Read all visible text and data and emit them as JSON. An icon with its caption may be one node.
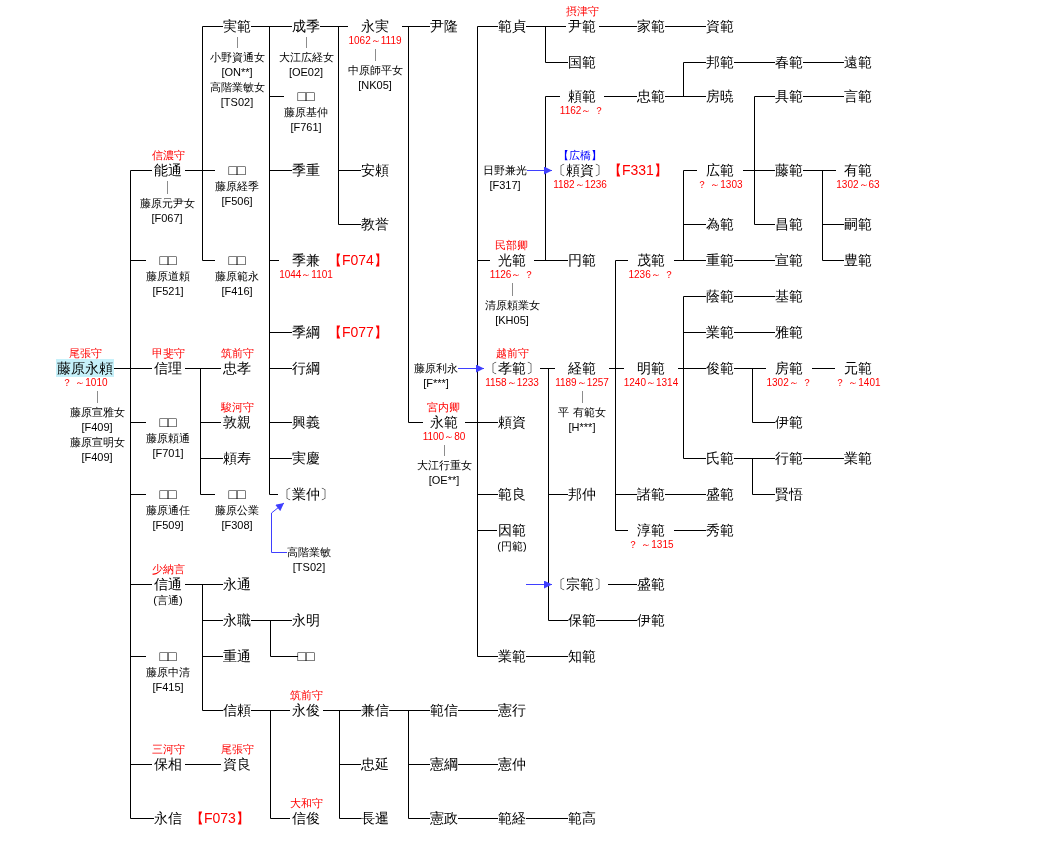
{
  "diagram": {
    "nodes": [
      {
        "text": [
          "藤原永頼"
        ],
        "beside": [
          "尾張守",
          "？ ～1010"
        ]
      },
      {
        "text": [
          "藤原宣雅女",
          "[F409]",
          "藤原宣明女",
          "[F409]"
        ]
      },
      {
        "text": [
          "能通"
        ],
        "beside": [
          "信濃守"
        ]
      },
      {
        "text": [
          "藤原元尹女",
          "[F067]"
        ]
      },
      {
        "text": [
          "実範"
        ]
      },
      {
        "text": [
          "小野資通女",
          "[ON**]",
          "高階業敏女",
          "[TS02]"
        ]
      },
      {
        "text": [
          "成季"
        ]
      },
      {
        "text": [
          "大江広経女",
          "[OE02]"
        ]
      },
      {
        "text": [
          "永実"
        ],
        "beside": [
          "1062～1119"
        ]
      },
      {
        "text": [
          "中原師平女",
          "[NK05]"
        ]
      },
      {
        "text": [
          "尹隆"
        ]
      },
      {
        "text": [
          "永範"
        ],
        "beside": [
          "宮内卿",
          "1100～80"
        ]
      },
      {
        "text": [
          "大江行重女",
          "[OE**]"
        ]
      },
      {
        "text": [
          "範貞"
        ]
      },
      {
        "text": [
          "尹範"
        ],
        "beside": [
          "摂津守"
        ]
      },
      {
        "text": [
          "家範"
        ]
      },
      {
        "text": [
          "資範"
        ]
      },
      {
        "text": [
          "国範"
        ]
      },
      {
        "text": [
          "光範"
        ],
        "beside": [
          "民部卿",
          "1126～ ？"
        ]
      },
      {
        "text": [
          "清原頼業女",
          "[KH05]"
        ]
      },
      {
        "text": [
          "頼範"
        ],
        "beside": [
          "1162～ ？"
        ]
      },
      {
        "text": [
          "忠範"
        ]
      },
      {
        "text": [
          "邦範"
        ]
      },
      {
        "text": [
          "春範"
        ]
      },
      {
        "text": [
          "遠範"
        ]
      },
      {
        "text": [
          "房暁"
        ]
      },
      {
        "text": [
          "日野兼光",
          "[F317]"
        ]
      },
      {
        "text": [
          "〔頼資〕"
        ],
        "beside": [
          "【広橋】",
          "【F331】",
          "1182～1236"
        ]
      },
      {
        "text": [
          "円範"
        ]
      },
      {
        "text": [
          "藤原利永",
          "[F***]"
        ]
      },
      {
        "text": [
          "〔孝範〕"
        ],
        "beside": [
          "越前守",
          "1158～1233"
        ]
      },
      {
        "text": [
          "経範"
        ],
        "beside": [
          "1189～1257"
        ]
      },
      {
        "text": [
          "平 有範女",
          "[H***]"
        ]
      },
      {
        "text": [
          "茂範"
        ],
        "beside": [
          "1236～ ？"
        ]
      },
      {
        "text": [
          "広範"
        ],
        "beside": [
          "？ ～1303"
        ]
      },
      {
        "text": [
          "具範"
        ]
      },
      {
        "text": [
          "言範"
        ]
      },
      {
        "text": [
          "藤範"
        ]
      },
      {
        "text": [
          "有範"
        ],
        "beside": [
          "1302～63"
        ]
      },
      {
        "text": [
          "嗣範"
        ]
      },
      {
        "text": [
          "豊範"
        ]
      },
      {
        "text": [
          "昌範"
        ]
      },
      {
        "text": [
          "為範"
        ]
      },
      {
        "text": [
          "重範"
        ]
      },
      {
        "text": [
          "宣範"
        ]
      },
      {
        "text": [
          "明範"
        ],
        "beside": [
          "1240～1314"
        ]
      },
      {
        "text": [
          "蔭範"
        ]
      },
      {
        "text": [
          "基範"
        ]
      },
      {
        "text": [
          "業範"
        ]
      },
      {
        "text": [
          "雅範"
        ]
      },
      {
        "text": [
          "俊範"
        ]
      },
      {
        "text": [
          "房範"
        ],
        "beside": [
          "1302～ ？"
        ]
      },
      {
        "text": [
          "元範"
        ],
        "beside": [
          "？ ～1401"
        ]
      },
      {
        "text": [
          "伊範"
        ]
      },
      {
        "text": [
          "氏範"
        ]
      },
      {
        "text": [
          "行範"
        ]
      },
      {
        "text": [
          "業範"
        ]
      },
      {
        "text": [
          "賢悟"
        ]
      },
      {
        "text": [
          "諸範"
        ]
      },
      {
        "text": [
          "盛範"
        ]
      },
      {
        "text": [
          "淳範"
        ],
        "beside": [
          "？ ～1315"
        ]
      },
      {
        "text": [
          "秀範"
        ]
      },
      {
        "text": [
          "邦仲"
        ]
      },
      {
        "text": [
          "〔宗範〕"
        ]
      },
      {
        "text": [
          "盛範"
        ]
      },
      {
        "text": [
          "保範"
        ]
      },
      {
        "text": [
          "伊範"
        ]
      },
      {
        "text": [
          "頼資"
        ]
      },
      {
        "text": [
          "範良"
        ]
      },
      {
        "text": [
          "因範"
        ],
        "beside": [
          "(円範)"
        ]
      },
      {
        "text": [
          "業範"
        ]
      },
      {
        "text": [
          "知範"
        ]
      },
      {
        "text": [
          "安頼"
        ]
      },
      {
        "text": [
          "教誉"
        ]
      },
      {
        "text": [
          "□□"
        ],
        "beside": [
          "藤原基仲",
          "[F761]"
        ]
      },
      {
        "text": [
          "季重"
        ]
      },
      {
        "text": [
          "季兼"
        ],
        "beside": [
          "【F074】",
          "1044～1101"
        ]
      },
      {
        "text": [
          "季綱"
        ],
        "beside": [
          "【F077】"
        ]
      },
      {
        "text": [
          "行綱"
        ]
      },
      {
        "text": [
          "興義"
        ]
      },
      {
        "text": [
          "実慶"
        ]
      },
      {
        "text": [
          "〔業仲〕"
        ]
      },
      {
        "text": [
          "高階業敏",
          "[TS02]"
        ]
      },
      {
        "text": [
          "□□"
        ],
        "beside": [
          "藤原経季",
          "[F506]"
        ]
      },
      {
        "text": [
          "□□"
        ],
        "beside": [
          "藤原範永",
          "[F416]"
        ]
      },
      {
        "text": [
          "□□"
        ],
        "beside": [
          "藤原道頼",
          "[F521]"
        ]
      },
      {
        "text": [
          "信理"
        ],
        "beside": [
          "甲斐守"
        ]
      },
      {
        "text": [
          "忠孝"
        ],
        "beside": [
          "筑前守"
        ]
      },
      {
        "text": [
          "敦親"
        ],
        "beside": [
          "駿河守"
        ]
      },
      {
        "text": [
          "頼寿"
        ]
      },
      {
        "text": [
          "□□"
        ],
        "beside": [
          "藤原公業",
          "[F308]"
        ]
      },
      {
        "text": [
          "□□"
        ],
        "beside": [
          "藤原頼通",
          "[F701]"
        ]
      },
      {
        "text": [
          "□□"
        ],
        "beside": [
          "藤原通任",
          "[F509]"
        ]
      },
      {
        "text": [
          "信通"
        ],
        "beside": [
          "少納言",
          "(言通)"
        ]
      },
      {
        "text": [
          "永通"
        ]
      },
      {
        "text": [
          "永職"
        ]
      },
      {
        "text": [
          "永明"
        ]
      },
      {
        "text": [
          "□□"
        ]
      },
      {
        "text": [
          "重通"
        ]
      },
      {
        "text": [
          "信頼"
        ]
      },
      {
        "text": [
          "永俊"
        ],
        "beside": [
          "筑前守"
        ]
      },
      {
        "text": [
          "兼信"
        ]
      },
      {
        "text": [
          "範信"
        ]
      },
      {
        "text": [
          "憲行"
        ]
      },
      {
        "text": [
          "憲綱"
        ]
      },
      {
        "text": [
          "憲仲"
        ]
      },
      {
        "text": [
          "憲政"
        ]
      },
      {
        "text": [
          "範経"
        ]
      },
      {
        "text": [
          "範高"
        ]
      },
      {
        "text": [
          "忠延"
        ]
      },
      {
        "text": [
          "長暹"
        ]
      },
      {
        "text": [
          "信俊"
        ],
        "beside": [
          "大和守"
        ]
      },
      {
        "text": [
          "□□"
        ],
        "beside": [
          "藤原中清",
          "[F415]"
        ]
      },
      {
        "text": [
          "保相"
        ],
        "beside": [
          "三河守"
        ]
      },
      {
        "text": [
          "資良"
        ],
        "beside": [
          "尾張守"
        ]
      },
      {
        "text": [
          "永信"
        ],
        "beside": [
          "【F073】"
        ]
      }
    ],
    "edges": [
      {
        "from": 0,
        "to": 2,
        "arrow": "none"
      },
      {
        "from": 0,
        "to": 85,
        "arrow": "none"
      },
      {
        "from": 0,
        "to": 86,
        "arrow": "none"
      },
      {
        "from": 0,
        "to": 91,
        "arrow": "none"
      },
      {
        "from": 0,
        "to": 92,
        "arrow": "none"
      },
      {
        "from": 0,
        "to": 93,
        "arrow": "none"
      },
      {
        "from": 0,
        "to": 112,
        "arrow": "none"
      },
      {
        "from": 0,
        "to": 113,
        "arrow": "none"
      },
      {
        "from": 0,
        "to": 115,
        "arrow": "none"
      },
      {
        "from": 2,
        "to": 4,
        "arrow": "none"
      },
      {
        "from": 2,
        "to": 83,
        "arrow": "none"
      },
      {
        "from": 2,
        "to": 84,
        "arrow": "none"
      },
      {
        "from": 4,
        "to": 6,
        "arrow": "none"
      },
      {
        "from": 4,
        "to": 74,
        "arrow": "none"
      },
      {
        "from": 4,
        "to": 75,
        "arrow": "none"
      },
      {
        "from": 4,
        "to": 76,
        "arrow": "none"
      },
      {
        "from": 4,
        "to": 77,
        "arrow": "none"
      },
      {
        "from": 4,
        "to": 78,
        "arrow": "none"
      },
      {
        "from": 4,
        "to": 79,
        "arrow": "none"
      },
      {
        "from": 4,
        "to": 80,
        "arrow": "none"
      },
      {
        "from": 4,
        "to": 81,
        "arrow": "none"
      },
      {
        "from": 6,
        "to": 8,
        "arrow": "none"
      },
      {
        "from": 6,
        "to": 72,
        "arrow": "none"
      },
      {
        "from": 6,
        "to": 73,
        "arrow": "none"
      },
      {
        "from": 8,
        "to": 10,
        "arrow": "none"
      },
      {
        "from": 8,
        "to": 11,
        "arrow": "none"
      },
      {
        "from": 11,
        "to": 13,
        "arrow": "none"
      },
      {
        "from": 11,
        "to": 18,
        "arrow": "none"
      },
      {
        "from": 11,
        "to": 30,
        "arrow": "none"
      },
      {
        "from": 11,
        "to": 67,
        "arrow": "none"
      },
      {
        "from": 11,
        "to": 68,
        "arrow": "none"
      },
      {
        "from": 11,
        "to": 69,
        "arrow": "none"
      },
      {
        "from": 11,
        "to": 70,
        "arrow": "none"
      },
      {
        "from": 13,
        "to": 14,
        "arrow": "none"
      },
      {
        "from": 13,
        "to": 17,
        "arrow": "none"
      },
      {
        "from": 14,
        "to": 15,
        "arrow": "none"
      },
      {
        "from": 15,
        "to": 16,
        "arrow": "none"
      },
      {
        "from": 18,
        "to": 20,
        "arrow": "none"
      },
      {
        "from": 18,
        "to": 27,
        "arrow": "none"
      },
      {
        "from": 18,
        "to": 28,
        "arrow": "none"
      },
      {
        "from": 20,
        "to": 21,
        "arrow": "none"
      },
      {
        "from": 21,
        "to": 22,
        "arrow": "none"
      },
      {
        "from": 21,
        "to": 25,
        "arrow": "none"
      },
      {
        "from": 22,
        "to": 23,
        "arrow": "none"
      },
      {
        "from": 23,
        "to": 24,
        "arrow": "none"
      },
      {
        "from": 30,
        "to": 31,
        "arrow": "none"
      },
      {
        "from": 30,
        "to": 62,
        "arrow": "none"
      },
      {
        "from": 30,
        "to": 63,
        "arrow": "none"
      },
      {
        "from": 30,
        "to": 65,
        "arrow": "none"
      },
      {
        "from": 31,
        "to": 33,
        "arrow": "none"
      },
      {
        "from": 31,
        "to": 45,
        "arrow": "none"
      },
      {
        "from": 31,
        "to": 58,
        "arrow": "none"
      },
      {
        "from": 31,
        "to": 60,
        "arrow": "none"
      },
      {
        "from": 33,
        "to": 34,
        "arrow": "none"
      },
      {
        "from": 33,
        "to": 42,
        "arrow": "none"
      },
      {
        "from": 33,
        "to": 43,
        "arrow": "none"
      },
      {
        "from": 34,
        "to": 35,
        "arrow": "none"
      },
      {
        "from": 34,
        "to": 37,
        "arrow": "none"
      },
      {
        "from": 34,
        "to": 41,
        "arrow": "none"
      },
      {
        "from": 35,
        "to": 36,
        "arrow": "none"
      },
      {
        "from": 37,
        "to": 38,
        "arrow": "none"
      },
      {
        "from": 37,
        "to": 39,
        "arrow": "none"
      },
      {
        "from": 37,
        "to": 40,
        "arrow": "none"
      },
      {
        "from": 43,
        "to": 44,
        "arrow": "none"
      },
      {
        "from": 45,
        "to": 46,
        "arrow": "none"
      },
      {
        "from": 45,
        "to": 48,
        "arrow": "none"
      },
      {
        "from": 45,
        "to": 50,
        "arrow": "none"
      },
      {
        "from": 45,
        "to": 54,
        "arrow": "none"
      },
      {
        "from": 46,
        "to": 47,
        "arrow": "none"
      },
      {
        "from": 48,
        "to": 49,
        "arrow": "none"
      },
      {
        "from": 50,
        "to": 51,
        "arrow": "none"
      },
      {
        "from": 50,
        "to": 53,
        "arrow": "none"
      },
      {
        "from": 51,
        "to": 52,
        "arrow": "none"
      },
      {
        "from": 54,
        "to": 55,
        "arrow": "none"
      },
      {
        "from": 54,
        "to": 57,
        "arrow": "none"
      },
      {
        "from": 55,
        "to": 56,
        "arrow": "none"
      },
      {
        "from": 58,
        "to": 59,
        "arrow": "none"
      },
      {
        "from": 60,
        "to": 61,
        "arrow": "none"
      },
      {
        "from": 63,
        "to": 64,
        "arrow": "none"
      },
      {
        "from": 65,
        "to": 66,
        "arrow": "none"
      },
      {
        "from": 70,
        "to": 71,
        "arrow": "none"
      },
      {
        "from": 86,
        "to": 87,
        "arrow": "none"
      },
      {
        "from": 86,
        "to": 88,
        "arrow": "none"
      },
      {
        "from": 86,
        "to": 89,
        "arrow": "none"
      },
      {
        "from": 86,
        "to": 90,
        "arrow": "none"
      },
      {
        "from": 93,
        "to": 94,
        "arrow": "none"
      },
      {
        "from": 93,
        "to": 95,
        "arrow": "none"
      },
      {
        "from": 93,
        "to": 98,
        "arrow": "none"
      },
      {
        "from": 93,
        "to": 99,
        "arrow": "none"
      },
      {
        "from": 95,
        "to": 96,
        "arrow": "none"
      },
      {
        "from": 95,
        "to": 97,
        "arrow": "none"
      },
      {
        "from": 99,
        "to": 100,
        "arrow": "none"
      },
      {
        "from": 99,
        "to": 111,
        "arrow": "none"
      },
      {
        "from": 100,
        "to": 101,
        "arrow": "none"
      },
      {
        "from": 100,
        "to": 109,
        "arrow": "none"
      },
      {
        "from": 100,
        "to": 110,
        "arrow": "none"
      },
      {
        "from": 101,
        "to": 102,
        "arrow": "none"
      },
      {
        "from": 101,
        "to": 104,
        "arrow": "none"
      },
      {
        "from": 101,
        "to": 106,
        "arrow": "none"
      },
      {
        "from": 102,
        "to": 103,
        "arrow": "none"
      },
      {
        "from": 104,
        "to": 105,
        "arrow": "none"
      },
      {
        "from": 106,
        "to": 107,
        "arrow": "none"
      },
      {
        "from": 107,
        "to": 108,
        "arrow": "none"
      },
      {
        "from": 113,
        "to": 114,
        "arrow": "none"
      },
      {
        "from": 0,
        "to": 1,
        "arrow": "none",
        "color": "#8c8c8c"
      },
      {
        "from": 2,
        "to": 3,
        "arrow": "none",
        "color": "#8c8c8c"
      },
      {
        "from": 4,
        "to": 5,
        "arrow": "none",
        "color": "#8c8c8c"
      },
      {
        "from": 6,
        "to": 7,
        "arrow": "none",
        "color": "#8c8c8c"
      },
      {
        "from": 8,
        "to": 9,
        "arrow": "none",
        "color": "#8c8c8c"
      },
      {
        "from": 11,
        "to": 12,
        "arrow": "none",
        "color": "#8c8c8c"
      },
      {
        "from": 18,
        "to": 19,
        "arrow": "none",
        "color": "#8c8c8c"
      },
      {
        "from": 31,
        "to": 32,
        "arrow": "none",
        "color": "#8c8c8c"
      },
      {
        "from": 26,
        "to": 27,
        "arrow": "to",
        "color": "#3f3fff"
      },
      {
        "from": 29,
        "to": 30,
        "arrow": "to",
        "color": "#3f3fff"
      },
      {
        "from": 82,
        "to": 81,
        "arrow": "to",
        "color": "#3f3fff"
      },
      {
        "from": null,
        "to": 63,
        "arrow": "to",
        "color": "#3f3fff"
      }
    ]
  }
}
